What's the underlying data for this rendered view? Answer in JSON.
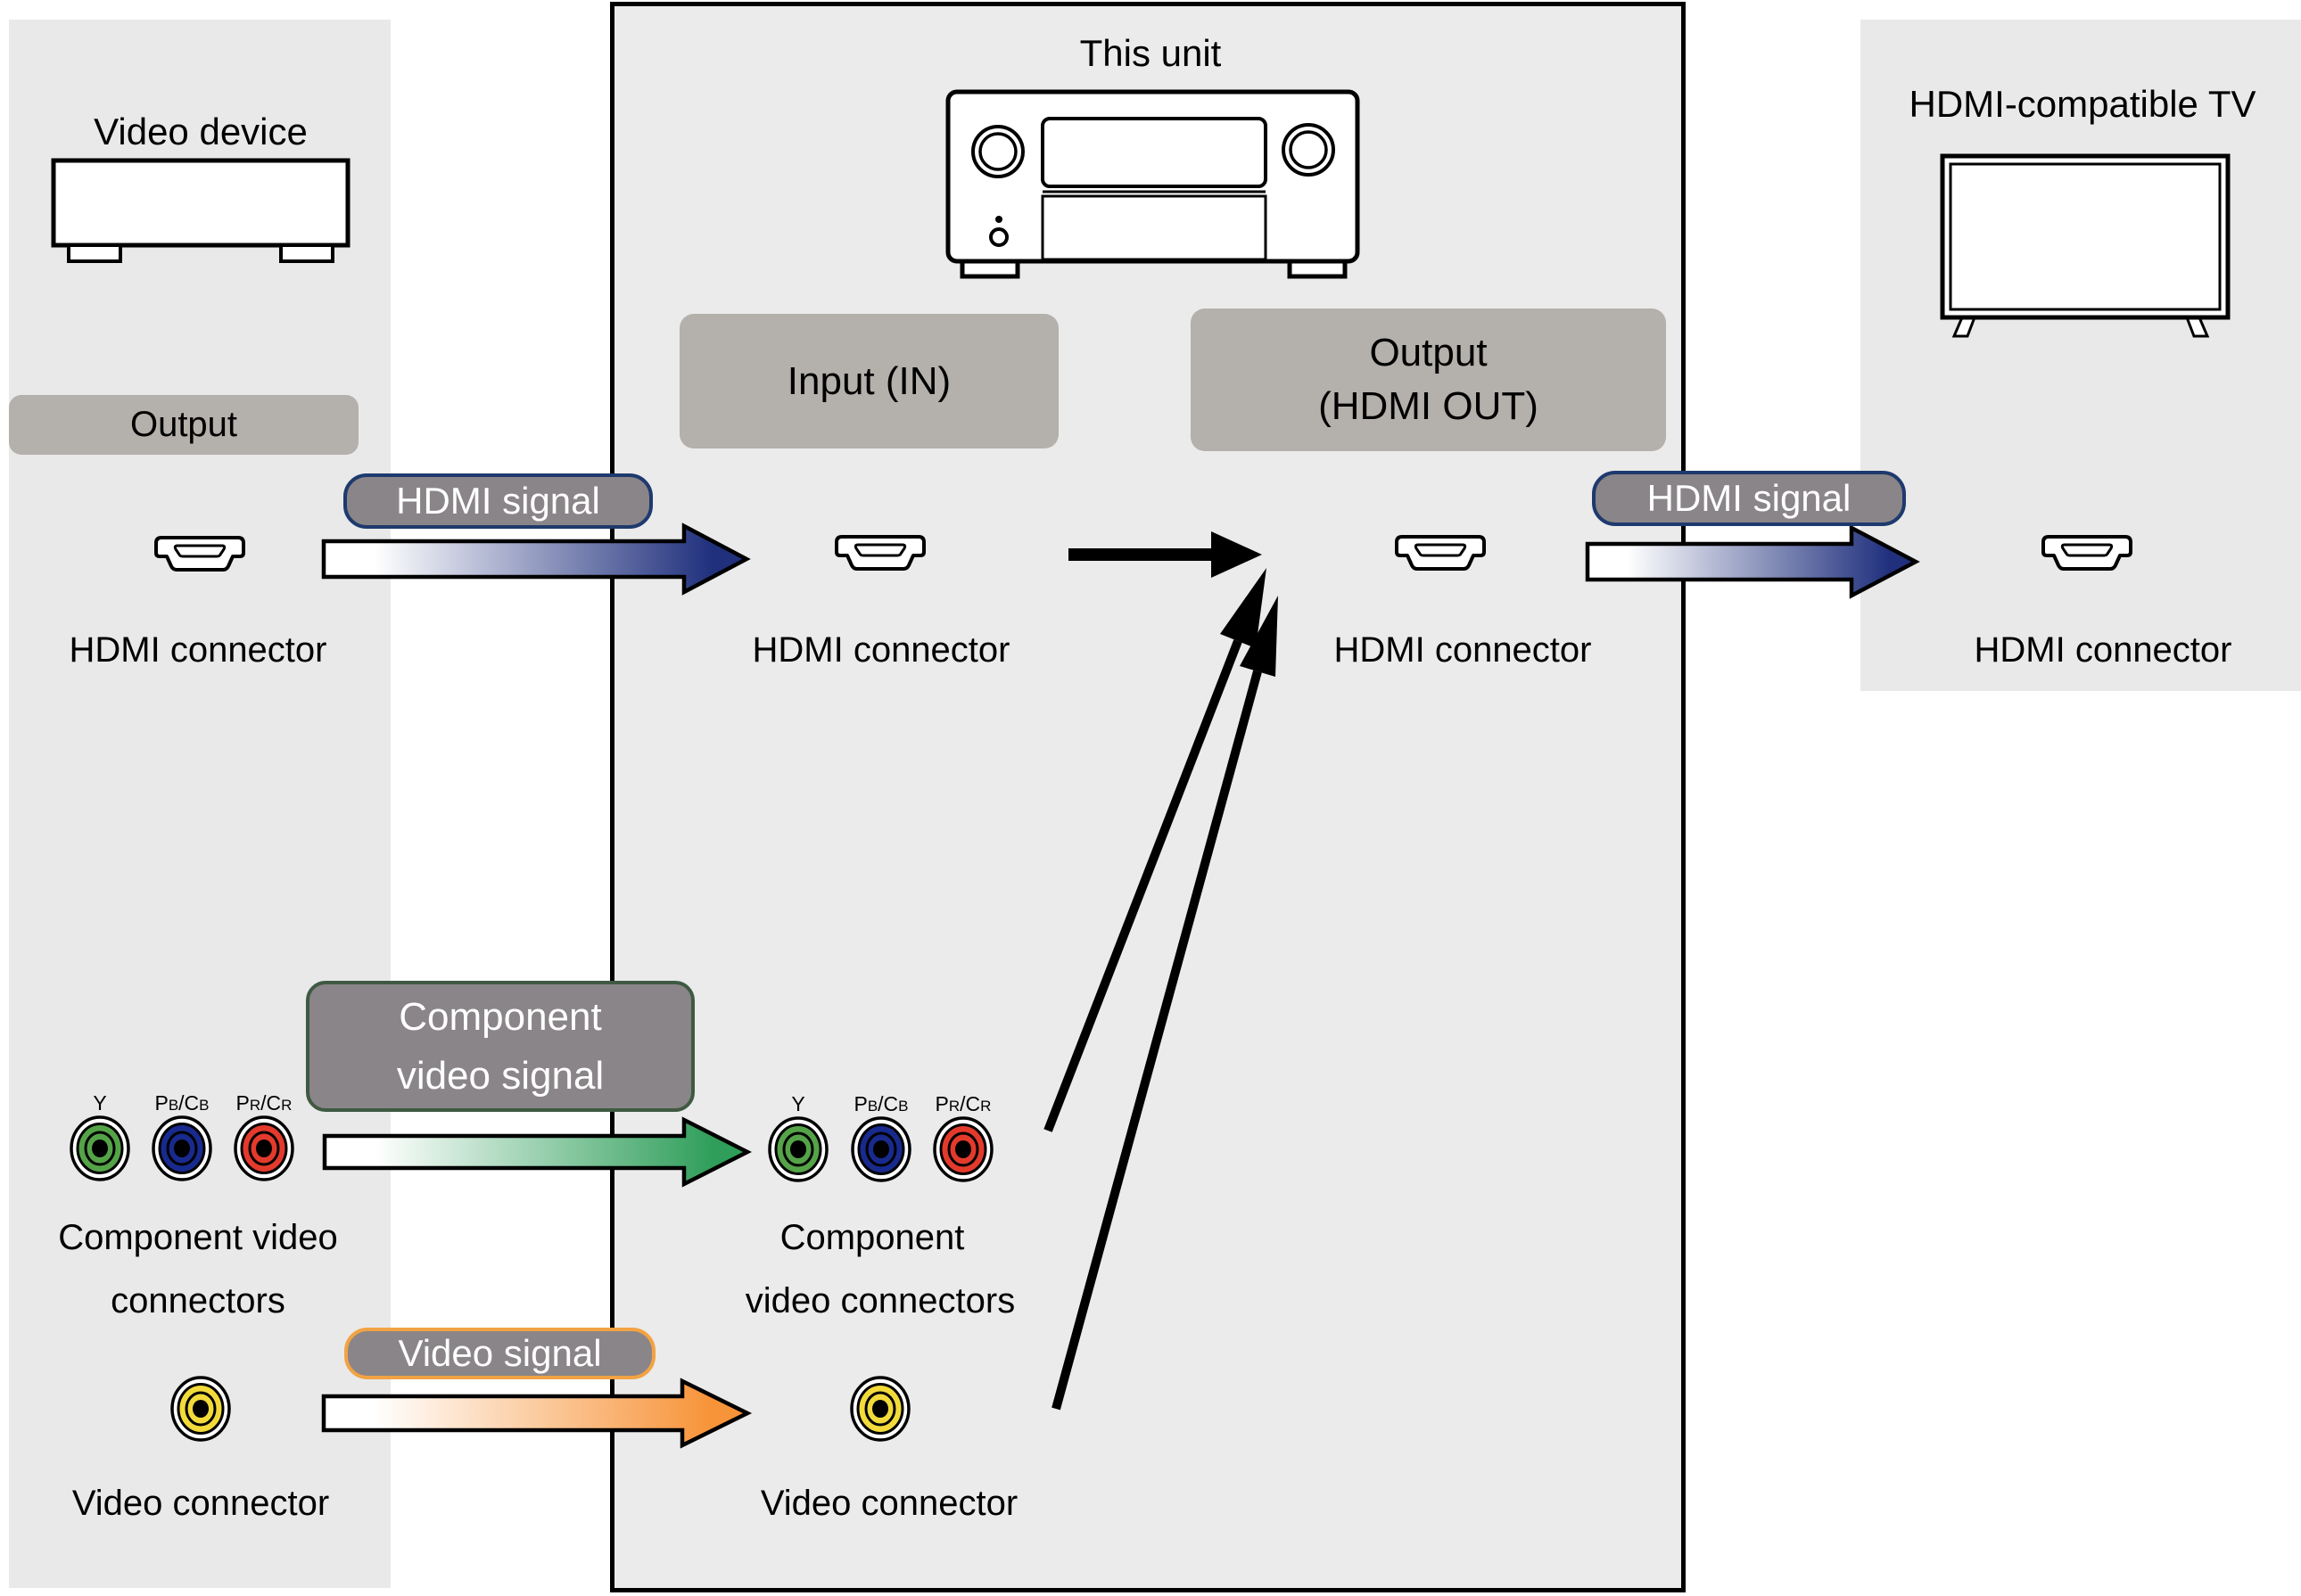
{
  "left_panel": {
    "device_title": "Video device",
    "output_badge": "Output",
    "hdmi_connector_label": "HDMI connector",
    "component_label_line1": "Component video",
    "component_label_line2": "connectors",
    "video_connector_label": "Video connector"
  },
  "center_unit": {
    "title": "This unit",
    "input_badge": "Input (IN)",
    "output_badge_line1": "Output",
    "output_badge_line2": "(HDMI OUT)",
    "hdmi_in_label": "HDMI connector",
    "hdmi_out_label": "HDMI connector",
    "component_label_line1": "Component",
    "component_label_line2": "video connectors",
    "video_connector_label": "Video connector"
  },
  "right_panel": {
    "title": "HDMI-compatible TV",
    "hdmi_connector_label": "HDMI connector"
  },
  "signal_badges": {
    "hdmi_left": "HDMI signal",
    "hdmi_right": "HDMI signal",
    "component_line1": "Component",
    "component_line2": "video signal",
    "video": "Video signal"
  },
  "connector_labels": {
    "y": [
      {
        "t": "Y"
      }
    ],
    "pbcb": [
      {
        "t": "P"
      },
      {
        "t": "B",
        "sub": true
      },
      {
        "t": "/C"
      },
      {
        "t": "B",
        "sub": true
      }
    ],
    "prcr": [
      {
        "t": "P"
      },
      {
        "t": "R",
        "sub": true
      },
      {
        "t": "/C"
      },
      {
        "t": "R",
        "sub": true
      }
    ]
  },
  "icons": {
    "video_device": "video-device-icon",
    "av_receiver": "av-receiver-icon",
    "tv": "tv-icon",
    "hdmi_connector": "hdmi-connector-icon",
    "rca_connector": "rca-connector-icon",
    "arrow": "signal-arrow-icon"
  },
  "colors": {
    "panel_gray": "#e9e9e9",
    "box_fill": "#ebebeb",
    "badge_gray": "#b4b0ab",
    "signal_fill": "#8a8588",
    "hdmi_border": "#1e3a6e",
    "component_border": "#3f5a42",
    "video_border": "#f2a343",
    "arrow_blue": "#20307d",
    "arrow_green": "#2f9e5a",
    "arrow_orange": "#f79338",
    "rca_green": "#55a348",
    "rca_blue": "#182a8d",
    "rca_red": "#e33a2c",
    "rca_yellow": "#f2da3a"
  }
}
